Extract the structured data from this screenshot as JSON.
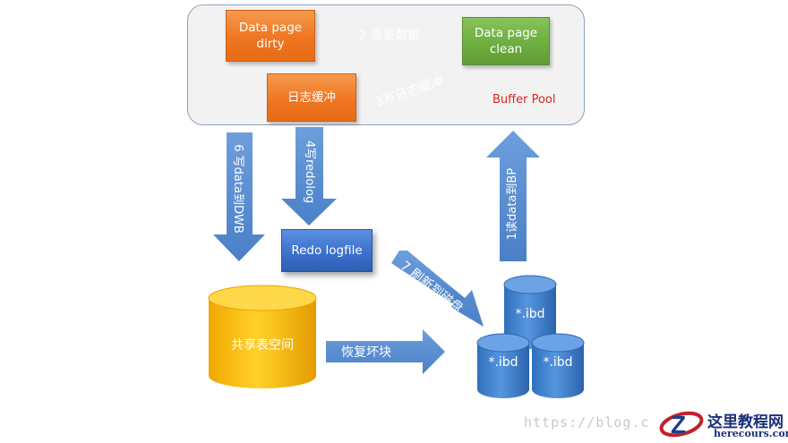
{
  "buffer_pool": {
    "label": "Buffer Pool",
    "dirty_page": [
      "Data page",
      "dirty"
    ],
    "clean_page": [
      "Data page",
      "clean"
    ],
    "log_buffer": "日志缓冲"
  },
  "redo_logfile": "Redo logfile",
  "shared_tablespace": "共享表空间",
  "ibd_files": [
    "*.ibd",
    "*.ibd",
    "*.ibd"
  ],
  "steps": {
    "read_to_bp": "1读data到BP",
    "change_data": "2 变更数据",
    "write_log_buffer": "3写日志缓冲",
    "write_redolog": "4写redolog",
    "write_dwb": "6 写data到DWB",
    "flush_to_disk": "7 刷新到磁盘",
    "recover_block": "恢复坏块"
  },
  "watermark": {
    "url": "https://blog.c",
    "brand_cn": "这里教程网",
    "brand_en": "herecours.com"
  },
  "colors": {
    "orange": "#ef7622",
    "green": "#6cad3f",
    "blue_box": "#3a6fcb",
    "arrow": "#5a8fd0",
    "cylinder_yellow": "#f5b800",
    "cylinder_blue": "#3a7fce",
    "buffer_pool_label": "#d9261c"
  }
}
